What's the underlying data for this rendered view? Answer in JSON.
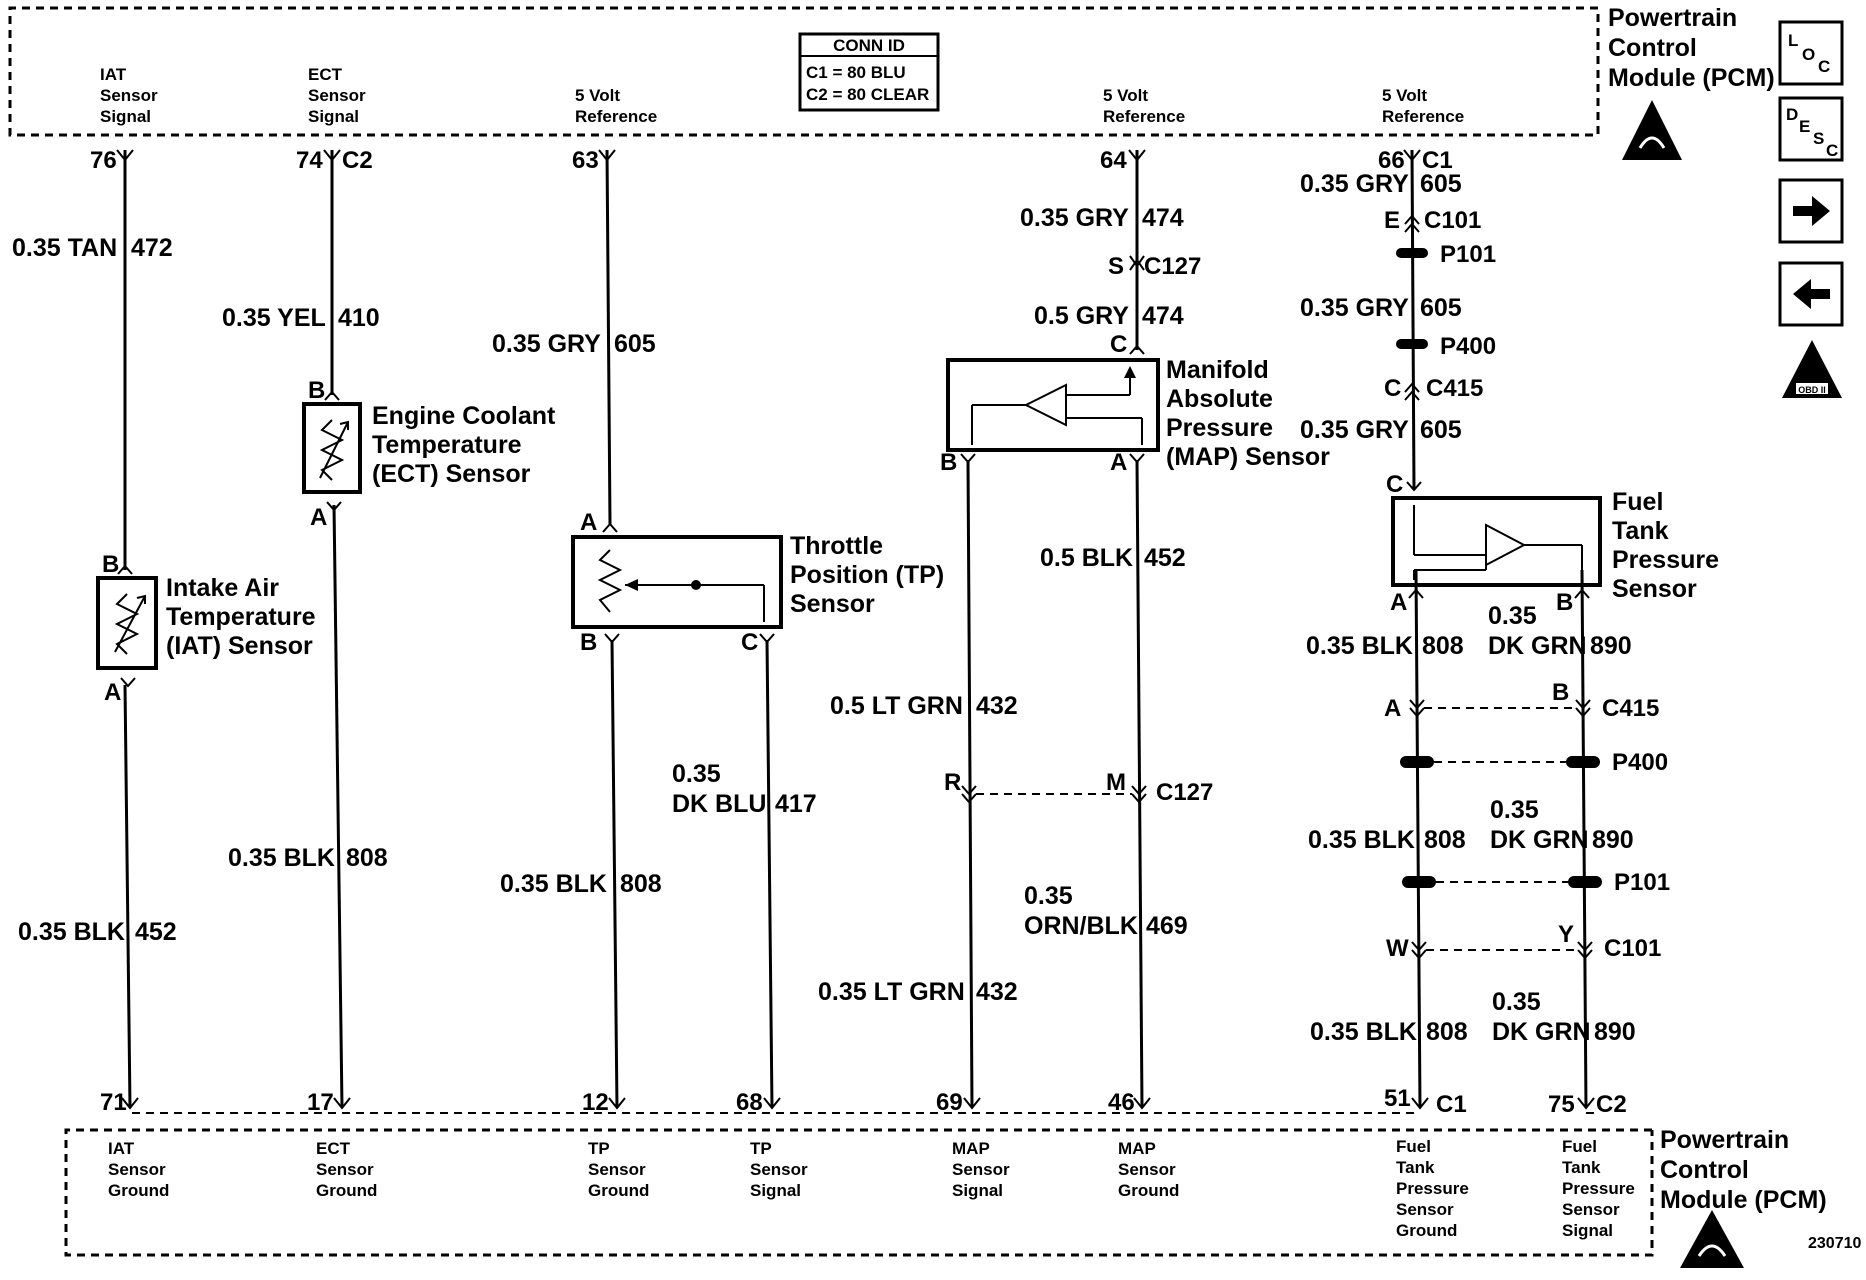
{
  "pcm_top": {
    "title": [
      "Powertrain",
      "Control",
      "Module (PCM)"
    ],
    "conn_id": [
      "CONN ID",
      "C1 = 80 BLU",
      "C2 = 80 CLEAR"
    ],
    "signals": {
      "iat": [
        "IAT",
        "Sensor",
        "Signal"
      ],
      "ect": [
        "ECT",
        "Sensor",
        "Signal"
      ],
      "tp_ref": [
        "5 Volt",
        "Reference"
      ],
      "map_ref": [
        "5 Volt",
        "Reference"
      ],
      "fuel_ref": [
        "5 Volt",
        "Reference"
      ]
    }
  },
  "pcm_bottom": {
    "title": [
      "Powertrain",
      "Control",
      "Module (PCM)"
    ],
    "signals": {
      "iat": [
        "IAT",
        "Sensor",
        "Ground"
      ],
      "ect": [
        "ECT",
        "Sensor",
        "Ground"
      ],
      "tp_gnd": [
        "TP",
        "Sensor",
        "Ground"
      ],
      "tp_sig": [
        "TP",
        "Sensor",
        "Signal"
      ],
      "map_sig": [
        "MAP",
        "Sensor",
        "Signal"
      ],
      "map_gnd": [
        "MAP",
        "Sensor",
        "Ground"
      ],
      "fuel_gnd": [
        "Fuel",
        "Tank",
        "Pressure",
        "Sensor",
        "Ground"
      ],
      "fuel_sig": [
        "Fuel",
        "Tank",
        "Pressure",
        "Sensor",
        "Signal"
      ]
    }
  },
  "pins_top": {
    "p76": "76",
    "p74": "74",
    "c2": "C2",
    "p63": "63",
    "p64": "64",
    "p66": "66",
    "c1": "C1"
  },
  "pins_bottom": {
    "p71": "71",
    "p17": "17",
    "p12": "12",
    "p68": "68",
    "p69": "69",
    "p46": "46",
    "p51": "51",
    "c1": "C1",
    "p75": "75",
    "c2": "C2"
  },
  "wires": {
    "iat_top_gauge": "0.35 TAN",
    "iat_top_circ": "472",
    "iat_bot_gauge": "0.35 BLK",
    "iat_bot_circ": "452",
    "ect_top_gauge": "0.35 YEL",
    "ect_top_circ": "410",
    "ect_bot_gauge": "0.35 BLK",
    "ect_bot_circ": "808",
    "tp_top_gauge": "0.35 GRY",
    "tp_top_circ": "605",
    "tp_gnd_gauge": "0.35 BLK",
    "tp_gnd_circ": "808",
    "tp_sig_gauge": [
      "0.35",
      "DK BLU"
    ],
    "tp_sig_circ": "417",
    "map_ref1_gauge": "0.35 GRY",
    "map_ref1_circ": "474",
    "map_ref2_gauge": "0.5 GRY",
    "map_ref2_circ": "474",
    "map_b_gauge": "0.5 LT GRN",
    "map_b_circ": "432",
    "map_b2_gauge": "0.35 LT GRN",
    "map_b2_circ": "432",
    "map_a_gauge": "0.5 BLK",
    "map_a_circ": "452",
    "map_a2_gauge": [
      "0.35",
      "ORN/BLK"
    ],
    "map_a2_circ": "469",
    "fuel_ref1_gauge": "0.35 GRY",
    "fuel_ref1_circ": "605",
    "fuel_ref2_gauge": "0.35 GRY",
    "fuel_ref2_circ": "605",
    "fuel_ref3_gauge": "0.35 GRY",
    "fuel_ref3_circ": "605",
    "fuel_a1_gauge": "0.35 BLK",
    "fuel_a1_circ": "808",
    "fuel_a2_gauge": "0.35 BLK",
    "fuel_a2_circ": "808",
    "fuel_a3_gauge": "0.35 BLK",
    "fuel_a3_circ": "808",
    "fuel_b1_gauge": [
      "0.35",
      "DK GRN"
    ],
    "fuel_b1_circ": "890",
    "fuel_b2_gauge": [
      "0.35",
      "DK GRN"
    ],
    "fuel_b2_circ": "890",
    "fuel_b3_gauge": [
      "0.35",
      "DK GRN"
    ],
    "fuel_b3_circ": "890"
  },
  "connectors": {
    "c101": "C101",
    "p101": "P101",
    "p400": "P400",
    "c415": "C415",
    "c127": "C127",
    "e": "E",
    "c": "C",
    "s": "S",
    "r": "R",
    "m": "M",
    "a": "A",
    "b": "B",
    "w": "W",
    "y": "Y"
  },
  "components": {
    "iat": [
      "Intake Air",
      "Temperature",
      "(IAT) Sensor"
    ],
    "ect": [
      "Engine Coolant",
      "Temperature",
      "(ECT) Sensor"
    ],
    "tp": [
      "Throttle",
      "Position (TP)",
      "Sensor"
    ],
    "map": [
      "Manifold",
      "Absolute",
      "Pressure",
      "(MAP) Sensor"
    ],
    "fuel": [
      "Fuel",
      "Tank",
      "Pressure",
      "Sensor"
    ]
  },
  "sensor_pins": {
    "a": "A",
    "b": "B",
    "c": "C"
  },
  "icons": {
    "loc": [
      "L",
      "O",
      "C"
    ],
    "desc": [
      "D",
      "E",
      "S",
      "C"
    ],
    "obd": "OBD II"
  },
  "figure_id": "230710"
}
